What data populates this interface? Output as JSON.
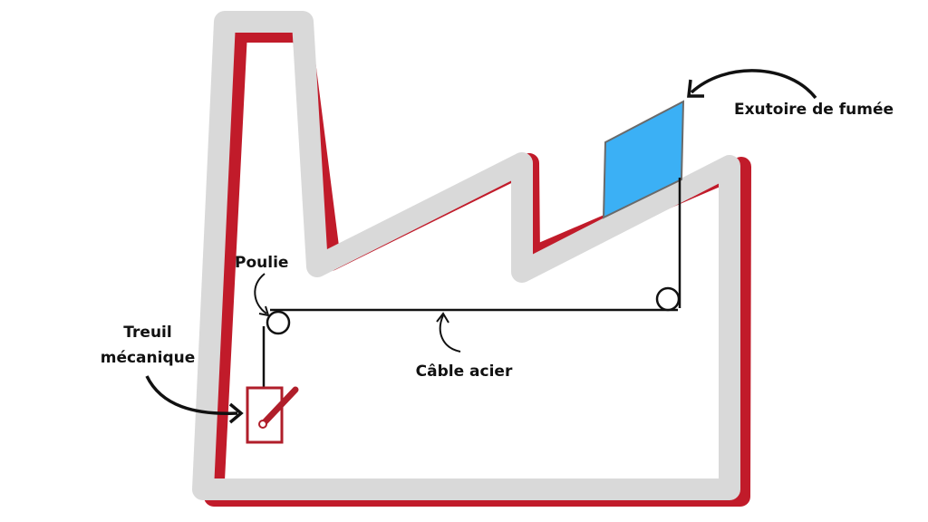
{
  "labels": {
    "pulley": "Poulie",
    "winch_line1": "Treuil",
    "winch_line2": "mécanique",
    "cable": "Câble acier",
    "smoke_vent": "Exutoire de fumée"
  },
  "colors": {
    "background": "#ffffff",
    "building_outline": "#d9d9d9",
    "building_shadow": "#c11b2a",
    "vent_fill": "#3bb0f5",
    "vent_stroke": "#6a6a6a",
    "cable": "#111111",
    "winch": "#b01e2a",
    "arrow": "#111111"
  },
  "icons": {
    "pulley": "circle",
    "winch": "rectangle-with-crank",
    "arrows": "curved-arrow"
  }
}
